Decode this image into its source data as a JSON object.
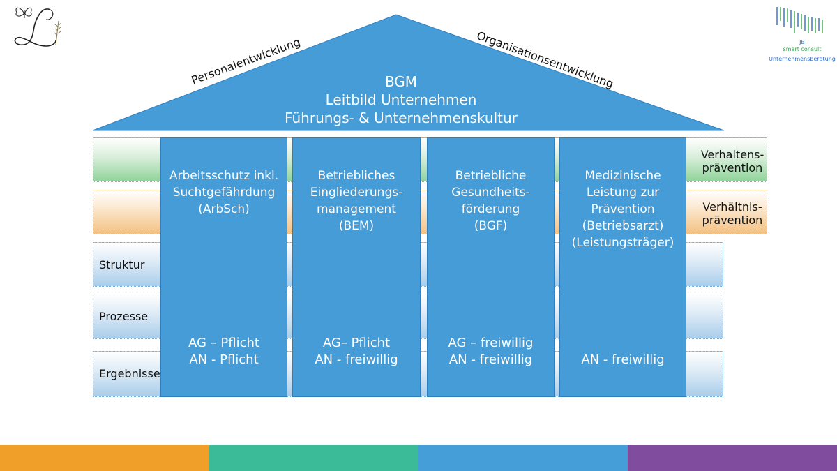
{
  "roof": {
    "lines": [
      "BGM",
      "Leitbild Unternehmen",
      "Führungs- & Unternehmenskultur"
    ],
    "left_slope_label": "Personalentwicklung",
    "right_slope_label": "Organisationsentwicklung"
  },
  "rows": [
    {
      "label": "",
      "side_label": [
        "Verhaltens-",
        "prävention"
      ],
      "tone": "green"
    },
    {
      "label": "",
      "side_label": [
        "Verhältnis-",
        "prävention"
      ],
      "tone": "orange"
    },
    {
      "label": "Struktur",
      "side_label": [],
      "tone": "blue"
    },
    {
      "label": "Prozesse",
      "side_label": [],
      "tone": "blue"
    },
    {
      "label": "Ergebnisse",
      "side_label": [],
      "tone": "blue"
    }
  ],
  "pillars": [
    {
      "title": [
        "Arbeitsschutz inkl.",
        "Suchtgefährdung",
        "(ArbSch)"
      ],
      "duty": [
        "AG – Pflicht",
        "AN - Pflicht"
      ]
    },
    {
      "title": [
        "Betriebliches",
        "Eingliederungs-",
        "management",
        "(BEM)"
      ],
      "duty": [
        "AG– Pflicht",
        "AN - freiwillig"
      ]
    },
    {
      "title": [
        "Betriebliche",
        "Gesundheits-",
        "förderung",
        "(BGF)"
      ],
      "duty": [
        "AG – freiwillig",
        "AN - freiwillig"
      ]
    },
    {
      "title": [
        "Medizinische",
        "Leistung zur",
        "Prävention",
        "(Betriebsarzt)",
        "(Leistungsträger)"
      ],
      "duty": [
        "",
        "AN - freiwillig"
      ]
    }
  ],
  "logo": {
    "jb": [
      "JB",
      "smart consult",
      "Unternehmensberatung"
    ],
    "jb_colors": [
      "#2f6fc9",
      "#3aa84a",
      "#2f6fc9"
    ]
  },
  "colors": {
    "roof": "#459cd7",
    "pillar": "#459cd7",
    "footer": [
      "#f0a028",
      "#3bbb98",
      "#469ed8",
      "#7f4c9e"
    ]
  },
  "icons": [
    "script-l-logo-icon",
    "butterfly-icon",
    "wheat-icon",
    "jb-barcode-icon"
  ]
}
